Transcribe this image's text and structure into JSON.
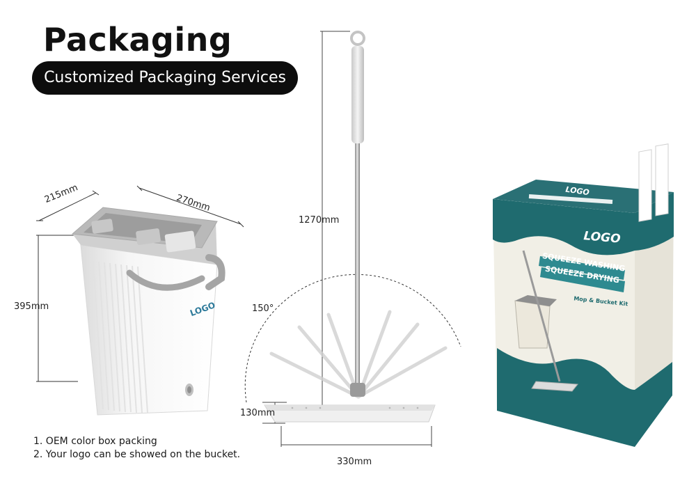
{
  "header": {
    "title": "Packaging",
    "subtitle": "Customized Packaging Services"
  },
  "bucket": {
    "dim_width": "215mm",
    "dim_length": "270mm",
    "dim_height": "395mm",
    "logo_text": "LOGO"
  },
  "mop": {
    "dim_height": "1270mm",
    "dim_angle": "150°",
    "dim_head_height": "130mm",
    "dim_head_length": "330mm"
  },
  "box": {
    "logo_top": "LOGO",
    "logo_front": "LOGO",
    "slogan_line1": "SQUEEZE WASHING",
    "slogan_line2": "SQUEEZE DRYING",
    "product_name": "Mop & Bucket Kit",
    "colors": {
      "teal": "#1f6b6f",
      "cream": "#f1efe6"
    }
  },
  "notes": [
    "1. OEM color box packing",
    "2. Your logo can be showed on the bucket."
  ]
}
